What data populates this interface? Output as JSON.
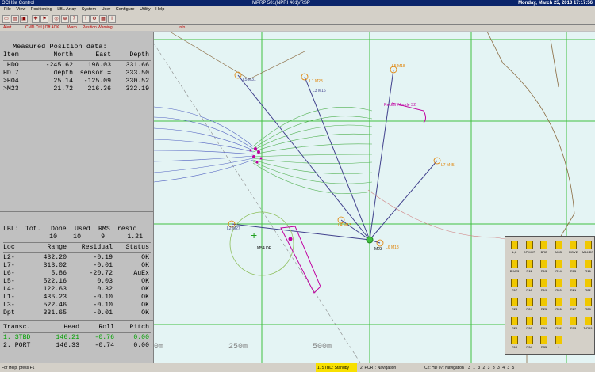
{
  "window": {
    "title": "OCH3a Control",
    "center_title": "MPRP 501(NPRI 401)/RSP",
    "datetime": "Monday, March 25, 2013 17:17:56"
  },
  "menu": [
    "File",
    "View",
    "Positioning",
    "LBL Array",
    "System",
    "User",
    "Configure",
    "Utility",
    "Help"
  ],
  "status_strip": [
    "Alert",
    "CMD Ctrl | Off ACK",
    "Warn",
    "Position Warning",
    "Info"
  ],
  "measured": {
    "title": "Measured Position data:",
    "columns": [
      "Item",
      "North",
      "East",
      "Depth"
    ],
    "rows": [
      {
        "item": " HDO",
        "north": "-245.62",
        "east": "198.03",
        "depth": "331.66"
      },
      {
        "item": "HD 7",
        "north": "depth",
        "east": "sensor =",
        "depth": "333.50"
      },
      {
        "item": ">HO4",
        "north": "25.14",
        "east": "-125.09",
        "depth": "330.52"
      },
      {
        "item": ">M23",
        "north": "21.72",
        "east": "216.36",
        "depth": "332.19"
      }
    ]
  },
  "lbl": {
    "summary_headers": [
      "LBL:",
      "Tot.",
      "Done",
      "Used",
      "RMS",
      "resid"
    ],
    "summary_values": [
      "",
      "10",
      "10",
      "9",
      "1.21"
    ],
    "columns": [
      "Loc",
      "Range",
      "Residual",
      "Status"
    ],
    "rows": [
      {
        "loc": "L2-",
        "range": "432.20",
        "residual": "-0.19",
        "status": "OK"
      },
      {
        "loc": "L7-",
        "range": "313.02",
        "residual": "-0.01",
        "status": "OK"
      },
      {
        "loc": "L6-",
        "range": "5.86",
        "residual": "-20.72",
        "status": "AuEx"
      },
      {
        "loc": "L5-",
        "range": "522.16",
        "residual": "0.03",
        "status": "OK"
      },
      {
        "loc": "L4-",
        "range": "122.63",
        "residual": "0.32",
        "status": "OK"
      },
      {
        "loc": "L1-",
        "range": "436.23",
        "residual": "-0.10",
        "status": "OK"
      },
      {
        "loc": "L3-",
        "range": "522.46",
        "residual": "-0.10",
        "status": "OK"
      },
      {
        "loc": "Dpt",
        "range": "331.65",
        "residual": "-0.01",
        "status": "OK"
      }
    ]
  },
  "transducers": {
    "columns": [
      "Transc.",
      "Head",
      "Roll",
      "Pitch"
    ],
    "rows": [
      {
        "name": "1. STBD",
        "head": "146.21",
        "roll": "-0.76",
        "pitch": "0.00",
        "active": true
      },
      {
        "name": "2. PORT",
        "head": "146.33",
        "roll": "-0.74",
        "pitch": "0.00",
        "active": false
      }
    ]
  },
  "map": {
    "scale_labels": [
      "0m",
      "250m",
      "500m"
    ],
    "labels": [
      "L5 M31",
      "L1 M28",
      "L3 M16",
      "L5 M18",
      "L7 M45",
      "L4 M13",
      "L2 M27",
      "L6 M18",
      "M23",
      "M54 DP",
      "Recker Nozzle S2"
    ],
    "colors": {
      "background": "#e4f4f4",
      "grid": "#40c040",
      "baseline": "#40408c",
      "accent": "#c000a0",
      "track": "#50b050"
    }
  },
  "palette": {
    "buttons": [
      "L,L",
      "DP M07",
      "BR2",
      "M03",
      "ROV2",
      "M54 DP",
      "B M23",
      "R11",
      "R13",
      "R14",
      "R15",
      "R16",
      "R17",
      "R18",
      "R19",
      "R20",
      "R21",
      "R22",
      "R23",
      "R24",
      "R25",
      "R26",
      "R27",
      "R28",
      "R29",
      "R30",
      "R31",
      "R32",
      "R33",
      "T-R09",
      "R10",
      "R34",
      "R35",
      "I"
    ]
  },
  "statusbar": {
    "help": "For Help, press F1",
    "nav1": "1. STBD: Standby",
    "nav2": "2. PORT: Navigation",
    "alarm": "C2: HD 07: Navigation",
    "numbers": "3 1  3 2  3 3  3 4  3 5"
  }
}
